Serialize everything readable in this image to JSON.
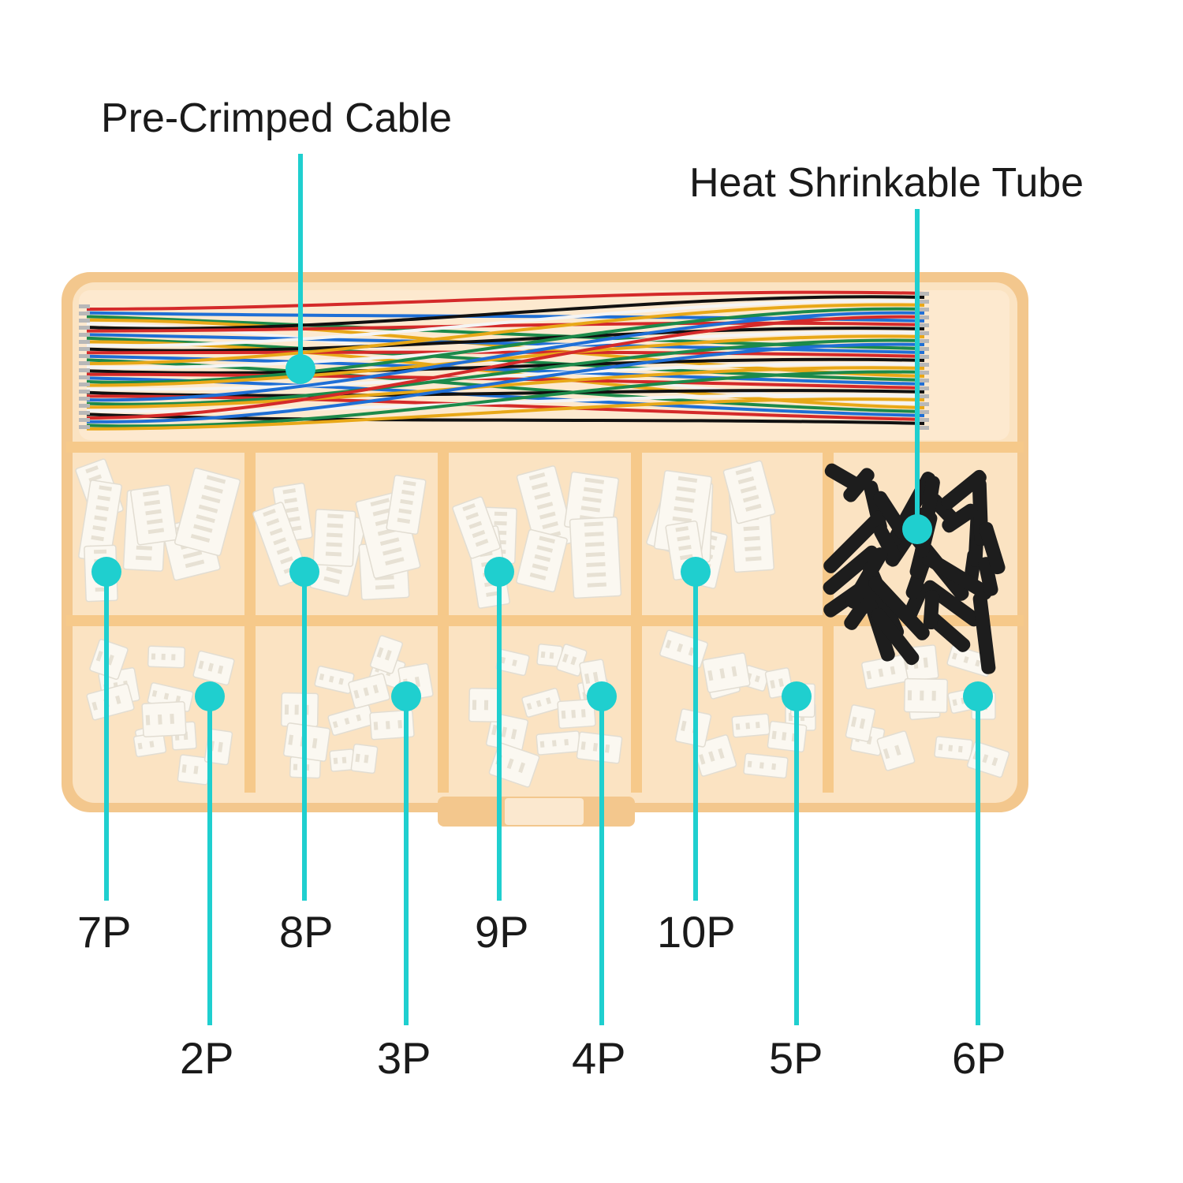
{
  "labels": {
    "cable": "Pre-Crimped Cable",
    "tube": "Heat Shrinkable Tube",
    "top_row": [
      "7P",
      "8P",
      "9P",
      "10P"
    ],
    "bottom_row": [
      "2P",
      "3P",
      "4P",
      "5P",
      "6P"
    ]
  },
  "colors": {
    "callout": "#1fcfcf",
    "box_frame": "#f6c98a",
    "box_fill": "#fbe4c4",
    "connector": "#fbf8f1",
    "tube": "#1d1d1d",
    "wires": [
      "#d42a2a",
      "#1f6fd6",
      "#1c8a4a",
      "#e8a818",
      "#ffffff",
      "#111111"
    ]
  },
  "icons": {
    "cable": "wire-bundle-icon",
    "tube": "heat-shrink-tube-icon",
    "connector": "jst-connector-housing-icon"
  }
}
